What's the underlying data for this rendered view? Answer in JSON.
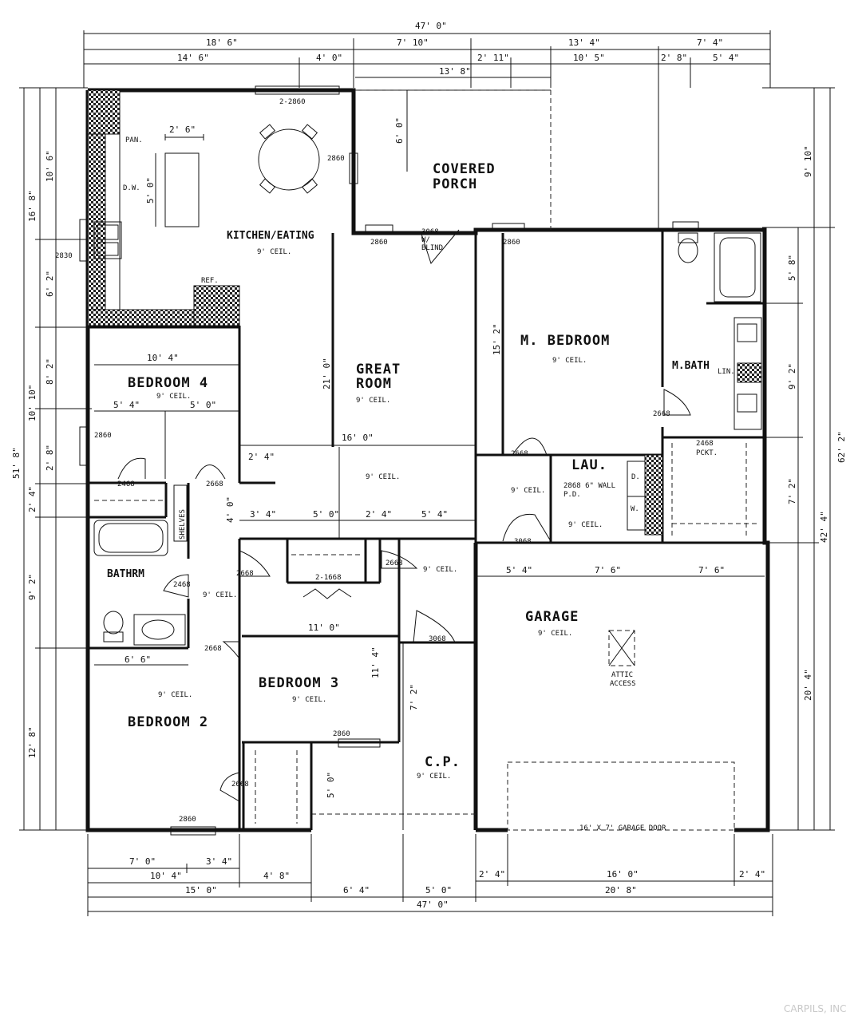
{
  "rooms": {
    "kitchen": {
      "name": "KITCHEN/EATING",
      "ceil": "9' CEIL."
    },
    "porch": {
      "name_line1": "COVERED",
      "name_line2": "PORCH"
    },
    "great_room": {
      "name_line1": "GREAT",
      "name_line2": "ROOM",
      "ceil": "9' CEIL."
    },
    "master_bedroom": {
      "name": "M. BEDROOM",
      "ceil": "9' CEIL."
    },
    "master_bath": {
      "name": "M.BATH",
      "suffix": "LIN."
    },
    "bedroom4": {
      "name": "BEDROOM 4",
      "ceil": "9' CEIL."
    },
    "bathroom": {
      "name": "BATHRM",
      "ceil": "9' CEIL."
    },
    "bedroom3": {
      "name": "BEDROOM 3",
      "ceil": "9' CEIL."
    },
    "bedroom2": {
      "name": "BEDROOM 2",
      "ceil": "9' CEIL."
    },
    "laundry": {
      "name": "LAU.",
      "ceil": "9' CEIL."
    },
    "garage": {
      "name": "GARAGE",
      "ceil": "9' CEIL."
    },
    "carport": {
      "name": "C.P.",
      "ceil": "9' CEIL."
    },
    "hall": {
      "ceil_a": "9' CEIL.",
      "ceil_b": "9' CEIL.",
      "ceil_c": "9' CEIL."
    }
  },
  "fixtures": {
    "pantry": "PAN.",
    "dishwasher": "D.W.",
    "refrigerator": "REF.",
    "shelves": "SHELVES",
    "attic_line1": "ATTIC",
    "attic_line2": "ACCESS",
    "garage_door": "16' X 7' GARAGE DOOR",
    "pocket_line1": "2468",
    "pocket_line2": "PCKT.",
    "dryer": "D.",
    "washer": "W.",
    "door_blind_1": "3068",
    "door_blind_2": "W/",
    "door_blind_3": "BLIND",
    "pd_line1": "2868 6\" WALL",
    "pd_line2": "P.D."
  },
  "top_dims": {
    "overall": "47' 0\"",
    "r1": [
      "18' 6\"",
      "7' 10\"",
      "13' 4\"",
      "7' 4\""
    ],
    "r2": [
      "14' 6\"",
      "4' 0\"",
      "2' 11\"",
      "10' 5\"",
      "2' 8\"",
      "5' 4\""
    ],
    "porch": "13' 8\""
  },
  "bottom_dims": {
    "a": [
      "7' 0\"",
      "3' 4\""
    ],
    "b": [
      "10' 4\"",
      "4' 8\""
    ],
    "c": [
      "15' 0\"",
      "6' 4\"",
      "5' 0\"",
      "20' 8\""
    ],
    "garage": [
      "2' 4\"",
      "16' 0\"",
      "2' 4\""
    ],
    "overall": "47' 0\""
  },
  "left_dims": {
    "overall": "51' 8\"",
    "a": "16' 8\"",
    "b": "10' 6\"",
    "c": "6' 2\"",
    "d": "10' 10\"",
    "e": "8' 2\"",
    "f": "2' 8\"",
    "g": "2' 4\"",
    "h": "9' 2\"",
    "i": "12' 8\""
  },
  "right_dims": {
    "overall": "62' 2\"",
    "a": "9' 10\"",
    "b": "5' 8\"",
    "c": "9' 2\"",
    "d": "7' 2\"",
    "e": "42' 4\"",
    "f": "20' 4\""
  },
  "interior_dims": {
    "island_w": "2' 6\"",
    "island_h": "5' 0\"",
    "porch_h": "6' 0\"",
    "great_h": "21' 0\"",
    "great_w": "16' 0\"",
    "mbed_h": "15' 2\"",
    "bed4_w": "10' 4\"",
    "bed4_a": "5' 4\"",
    "bed4_b": "5' 0\"",
    "hall_a": "2' 4\"",
    "hall_b": "4' 0\"",
    "hall_row": [
      "3' 4\"",
      "5' 0\"",
      "2' 4\"",
      "5' 4\""
    ],
    "bed3_w": "11' 0\"",
    "bed3_h": "11' 4\"",
    "cp_h": "7' 2\"",
    "cp_bot": "5' 0\"",
    "bed2_w": "6' 6\"",
    "garage_row": [
      "5' 4\"",
      "7' 6\"",
      "7' 6\""
    ]
  },
  "openings": {
    "kitchen_window": "2-2860",
    "kitchen_side_window": "2860",
    "sink_window": "2830",
    "porch_window_1": "2860",
    "porch_window_2": "2860",
    "bed4_window": "2860",
    "door_bed4": "2468",
    "door_bed4_b": "2668",
    "door_bath": "2468",
    "door_bath_b": "2668",
    "door_bed2": "2668",
    "closet_bed3": "2-1668",
    "door_bed3": "2668",
    "door_cp": "3068",
    "bed3_window": "2860",
    "bed2_window": "2860",
    "door_bed2_b": "2668",
    "door_mbed": "2668",
    "door_mbath": "2668",
    "door_garage": "3068"
  },
  "watermark": "CARPILS, INC"
}
